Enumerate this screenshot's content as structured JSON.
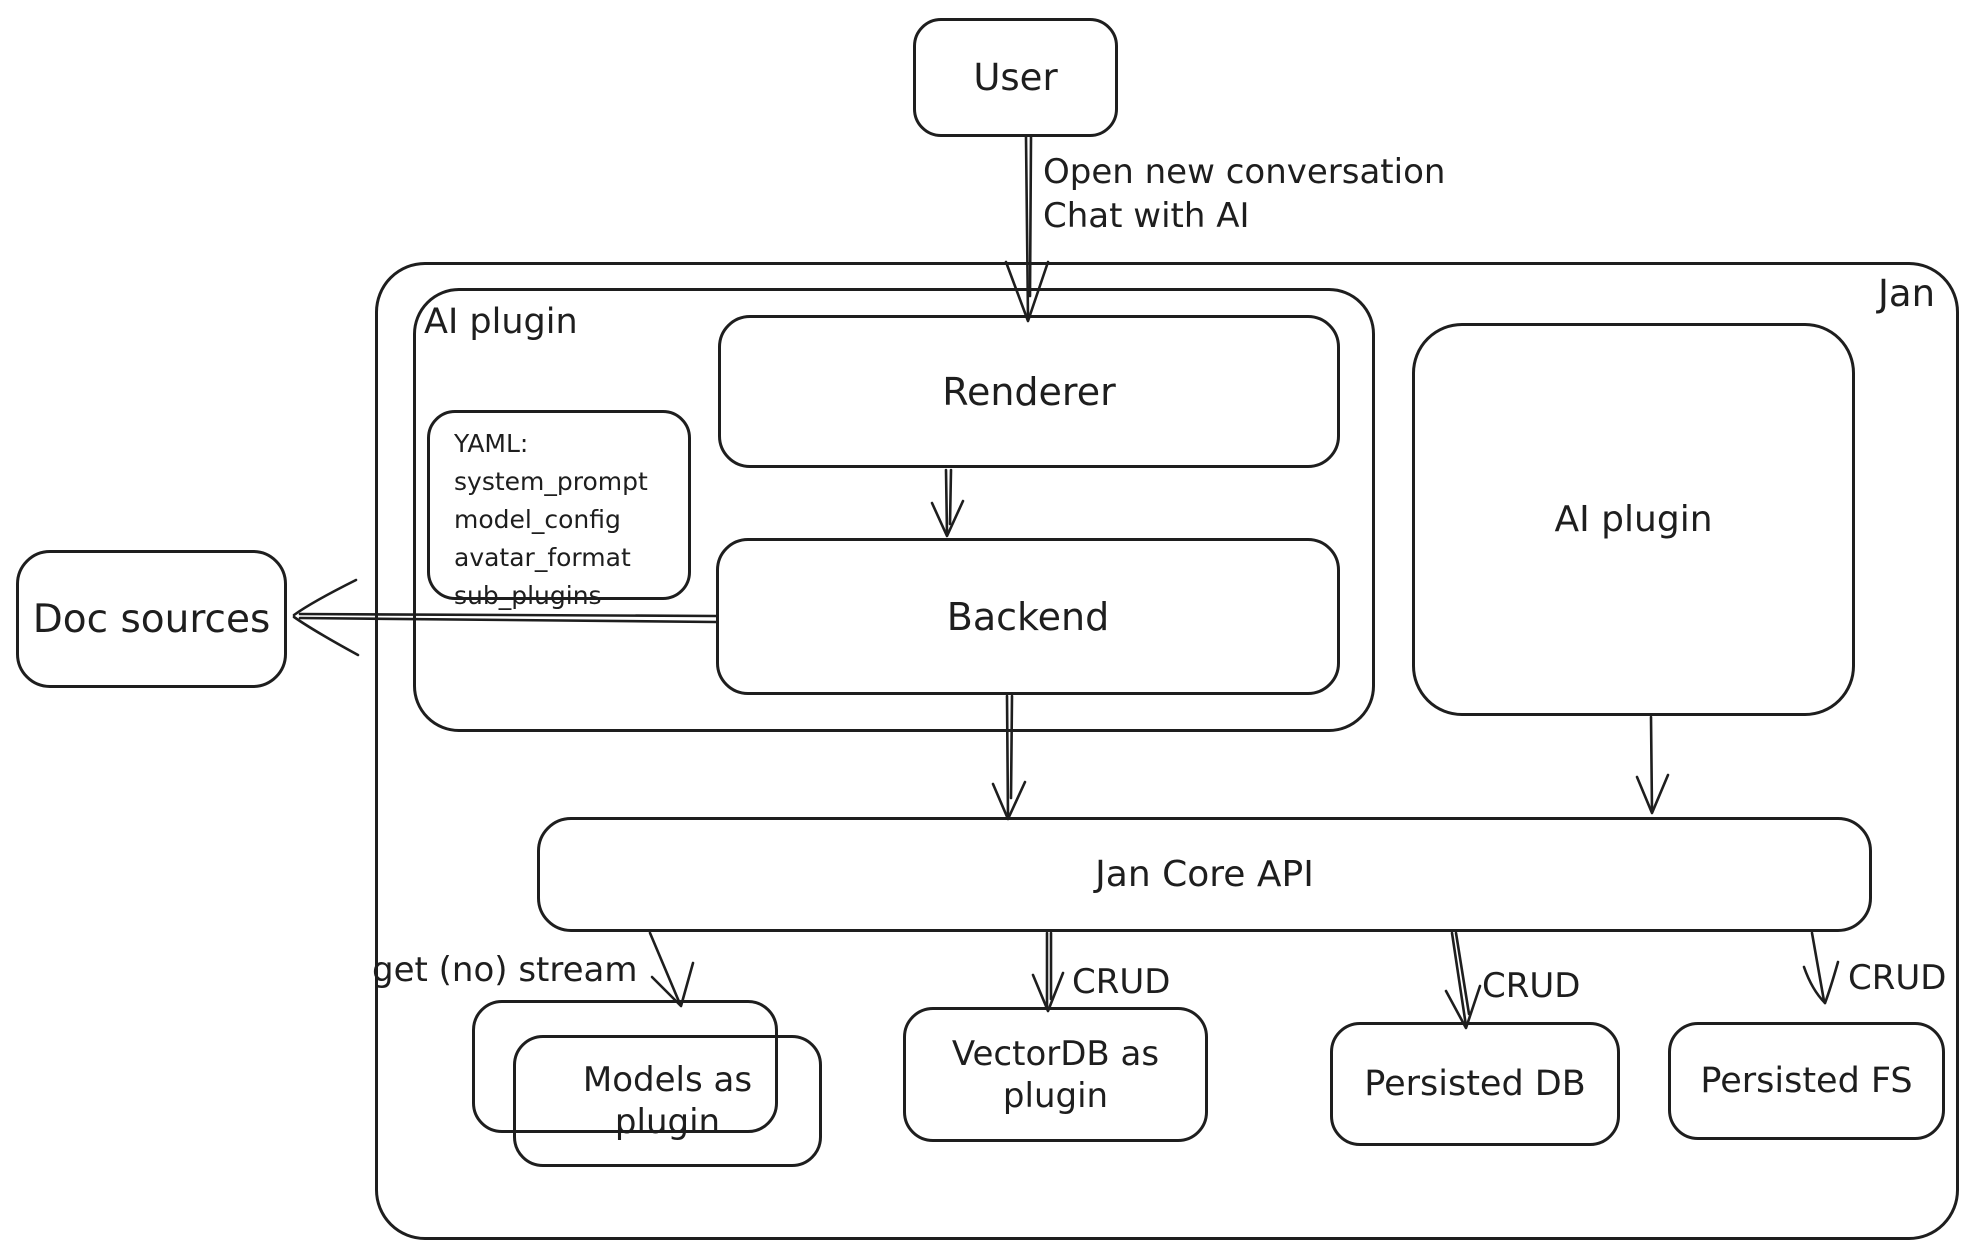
{
  "colors": {
    "stroke": "#1e1e1e",
    "canvas_bg": "#ffffff"
  },
  "nodes": {
    "user": {
      "label": "User"
    },
    "jan_container": {
      "label": "Jan"
    },
    "ai_plugin_container": {
      "label": "AI plugin"
    },
    "renderer": {
      "label": "Renderer"
    },
    "yaml_note": {
      "lines": [
        "YAML:",
        "system_prompt",
        "model_config",
        "avatar_format",
        "sub_plugins"
      ]
    },
    "backend": {
      "label": "Backend"
    },
    "ai_plugin_right": {
      "label": "AI plugin"
    },
    "doc_sources": {
      "label": "Doc sources"
    },
    "jan_core_api": {
      "label": "Jan Core API"
    },
    "models_as_plugin": {
      "lines": [
        "Models as",
        "plugin"
      ]
    },
    "vectordb_as_plugin": {
      "lines": [
        "VectorDB as",
        "plugin"
      ]
    },
    "persisted_db": {
      "label": "Persisted DB"
    },
    "persisted_fs": {
      "label": "Persisted FS"
    }
  },
  "edge_labels": {
    "user_to_jan": {
      "lines": [
        "Open new conversation",
        "Chat with AI"
      ]
    },
    "jancore_to_models": {
      "label": "get (no) stream"
    },
    "jancore_to_vectordb": {
      "label": "CRUD"
    },
    "jancore_to_persisted_db": {
      "label": "CRUD"
    },
    "jancore_to_persisted_fs": {
      "label": "CRUD"
    }
  }
}
